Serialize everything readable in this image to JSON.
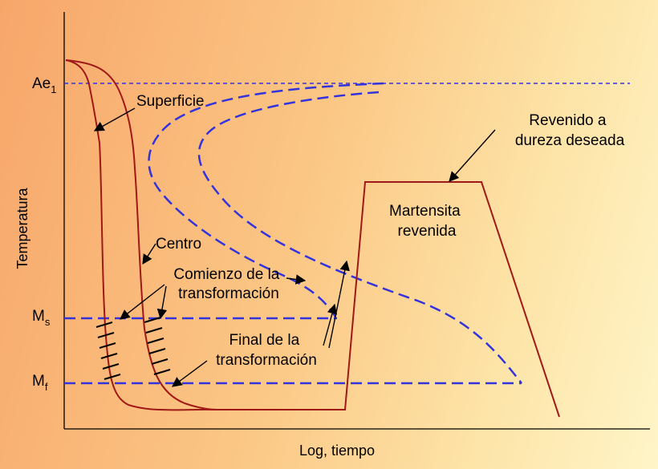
{
  "axes": {
    "xlabel": "Log, tiempo",
    "ylabel": "Temperatura",
    "levels": {
      "ae1": {
        "main": "Ae",
        "sub": "1"
      },
      "ms": {
        "main": "M",
        "sub": "s"
      },
      "mf": {
        "main": "M",
        "sub": "f"
      }
    }
  },
  "labels": {
    "superficie": "Superficie",
    "centro": "Centro",
    "comienzo": [
      "Comienzo de la",
      "transformación"
    ],
    "final": [
      "Final de la",
      "transformación"
    ],
    "martensita": [
      "Martensita",
      "revenida"
    ],
    "revenido": [
      "Revenido a",
      "dureza deseada"
    ]
  },
  "colors": {
    "curve": "#a01818",
    "transformation_curve": "#3333dd",
    "arrow": "#000000"
  }
}
